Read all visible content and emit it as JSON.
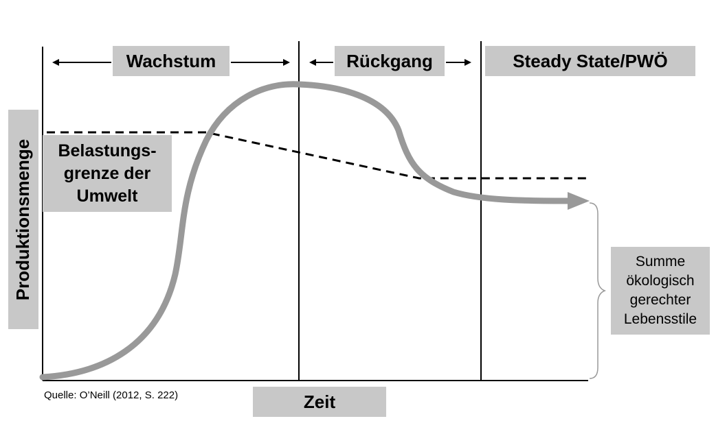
{
  "phases": {
    "growth": "Wachstum",
    "decline": "Rückgang",
    "steady": "Steady State/PWÖ"
  },
  "axes": {
    "x_label": "Zeit",
    "y_label": "Produktionsmenge"
  },
  "annotations": {
    "limit_label": "Belastungs-\ngrenze der\nUmwelt",
    "sum_label": "Summe\nökologisch\ngerechter\nLebensstile"
  },
  "source": "Quelle: O’Neill (2012, S. 222)",
  "colors": {
    "curve": "#999999",
    "label_background": "#c8c8c8",
    "axis": "#000000",
    "limit_line": "#000000"
  }
}
